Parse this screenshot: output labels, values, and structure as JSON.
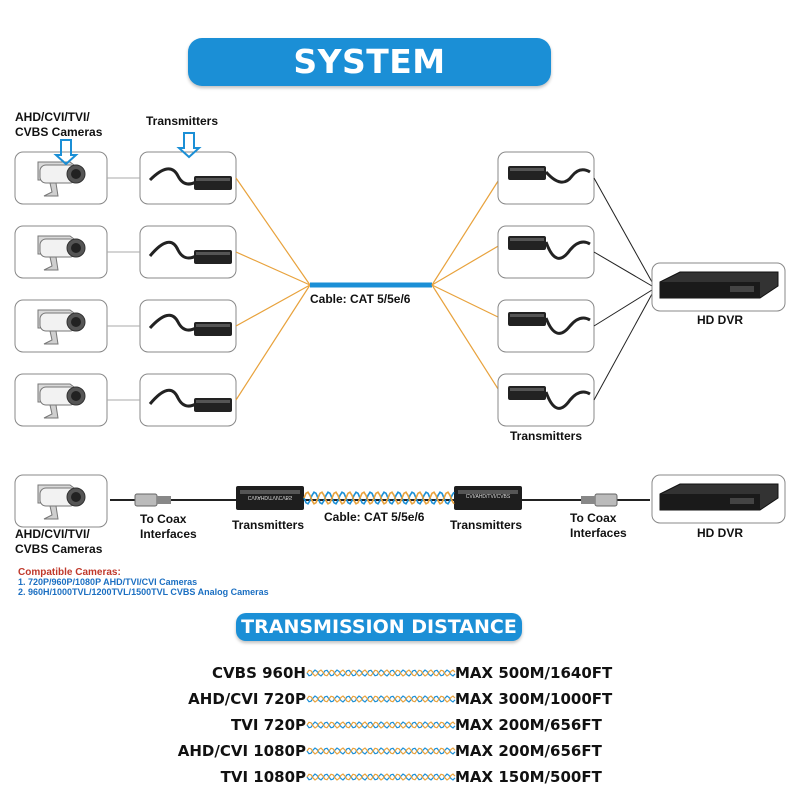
{
  "title": "SYSTEM CONNECTION",
  "labels": {
    "cameras_top": "AHD/CVI/TVI/\nCVBS Cameras",
    "transmitters_top": "Transmitters",
    "cable_top": "Cable: CAT 5/5e/6",
    "dvr_top": "HD DVR",
    "transmitters_right": "Transmitters",
    "cameras_bottom": "AHD/CVI/TVI/\nCVBS Cameras",
    "coax_left": "To Coax\nInterfaces",
    "transmitters_bl": "Transmitters",
    "cable_bottom": "Cable: CAT 5/5e/6",
    "transmitters_br": "Transmitters",
    "coax_right": "To Coax\nInterfaces",
    "dvr_bottom": "HD DVR"
  },
  "compatible": {
    "title": "Compatible Cameras:",
    "items": [
      "1. 720P/960P/1080P AHD/TVI/CVI Cameras",
      "2. 960H/1000TVL/1200TVL/1500TVL CVBS Analog Cameras"
    ]
  },
  "distance_title": "TRANSMISSION DISTANCE",
  "distance": [
    {
      "name": "CVBS 960H",
      "value": "MAX 500M/1640FT"
    },
    {
      "name": "AHD/CVI 720P",
      "value": "MAX 300M/1000FT"
    },
    {
      "name": "TVI 720P",
      "value": "MAX 200M/656FT"
    },
    {
      "name": "AHD/CVI 1080P",
      "value": "MAX 200M/656FT"
    },
    {
      "name": "TVI 1080P",
      "value": "MAX 150M/500FT"
    }
  ],
  "colors": {
    "accent": "#1b8fd6",
    "orange_wire": "#e8a23c",
    "compat_title": "#c0392b",
    "compat_text": "#1b6fc2"
  },
  "device_labels": {
    "balun": "CVI/AHD/TVI/CVBS"
  }
}
